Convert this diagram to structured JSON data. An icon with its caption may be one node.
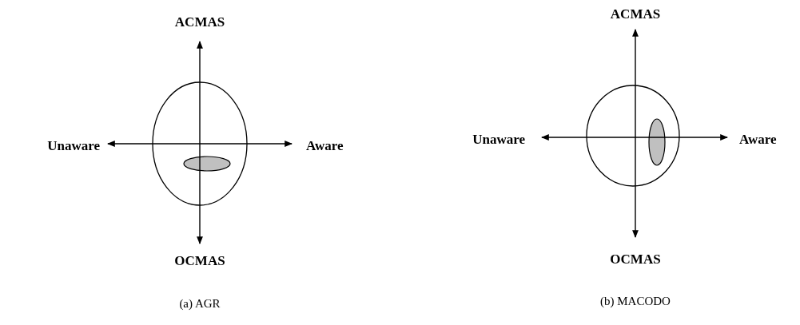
{
  "diagram": {
    "labels": [
      "ACMAS",
      "Unaware",
      "Aware",
      "OCMAS",
      "(a) AGR",
      "ACMAS",
      "Unaware",
      "Aware",
      "OCMAS",
      "(b) MACODO"
    ]
  }
}
